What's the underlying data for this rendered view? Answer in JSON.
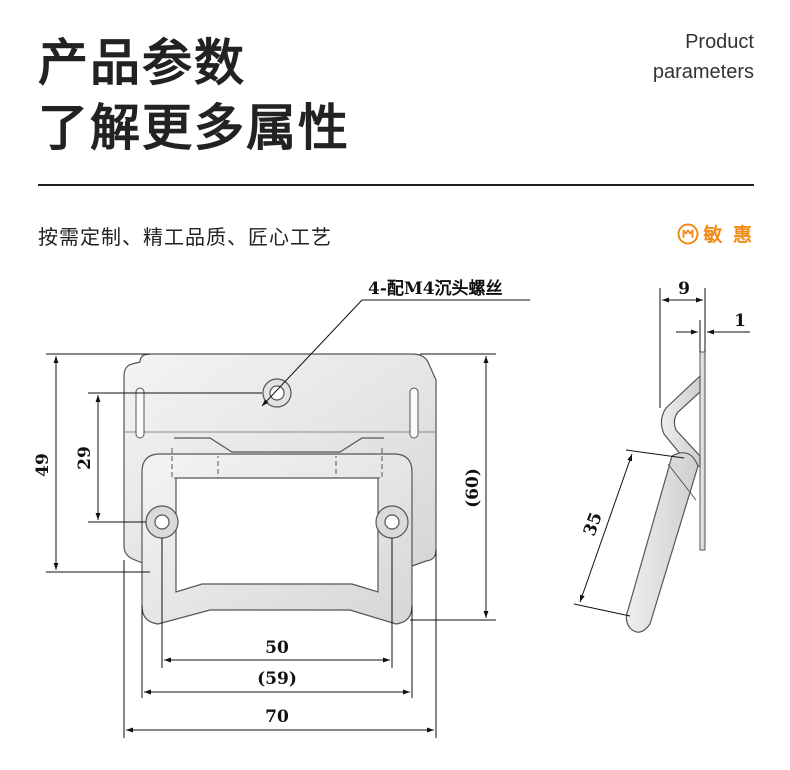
{
  "header": {
    "title_line1": "产品参数",
    "title_line2": "了解更多属性",
    "subtitle_en_line1": "Product",
    "subtitle_en_line2": "parameters"
  },
  "tagline": "按需定制、精工品质、匠心工艺",
  "brand": {
    "name": "敏 惠",
    "color": "#f08c1a",
    "icon": "brand-logo-icon"
  },
  "drawing": {
    "callout": "4-配M4沉头螺丝",
    "front_view": {
      "dim_height_total": "49",
      "dim_hole_spacing_vertical": "29",
      "dim_height_with_handle": "(60)",
      "dim_hole_spacing": "50",
      "dim_handle_width": "(59)",
      "dim_width_total": "70"
    },
    "side_view": {
      "dim_depth": "9",
      "dim_thickness": "1",
      "dim_handle_length": "35"
    }
  }
}
